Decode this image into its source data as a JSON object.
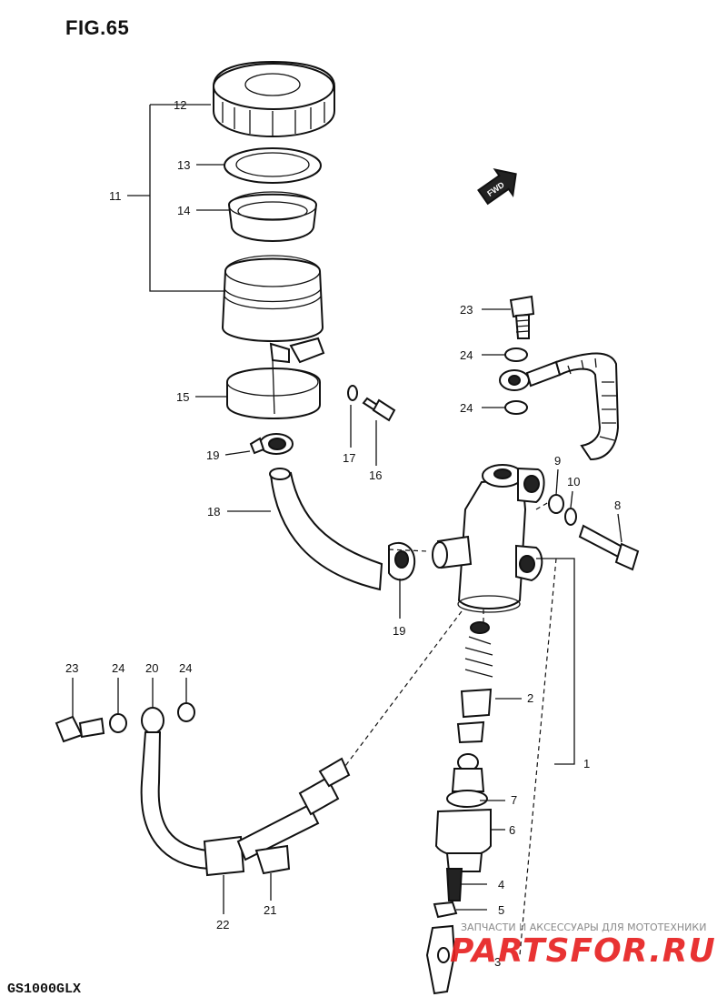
{
  "figure": {
    "title": "FIG.65",
    "model": "GS1000GLX"
  },
  "fwd_label": "FWD",
  "watermark": {
    "tagline": "ЗАПЧАСТИ И АКСЕССУАРЫ ДЛЯ МОТОТЕХНИКИ",
    "brand": "PARTSFOR.RU"
  },
  "callouts": {
    "c1": "1",
    "c2": "2",
    "c3": "3",
    "c4": "4",
    "c5": "5",
    "c6": "6",
    "c7": "7",
    "c8": "8",
    "c9": "9",
    "c10": "10",
    "c11": "11",
    "c12": "12",
    "c13": "13",
    "c14": "14",
    "c15": "15",
    "c16": "16",
    "c17": "17",
    "c18": "18",
    "c19a": "19",
    "c19b": "19",
    "c20": "20",
    "c21": "21",
    "c22": "22",
    "c23a": "23",
    "c23b": "23",
    "c24a": "24",
    "c24b": "24",
    "c24c": "24",
    "c24d": "24"
  },
  "icons": [
    "reservoir-cap",
    "diaphragm-plate",
    "diaphragm",
    "reservoir-body",
    "reservoir-bracket",
    "screw",
    "hose-clip",
    "reservoir-hose",
    "master-cylinder-body",
    "piston-spring",
    "brake-hose",
    "union-bolt",
    "gasket-washer",
    "push-rod",
    "clevis"
  ]
}
